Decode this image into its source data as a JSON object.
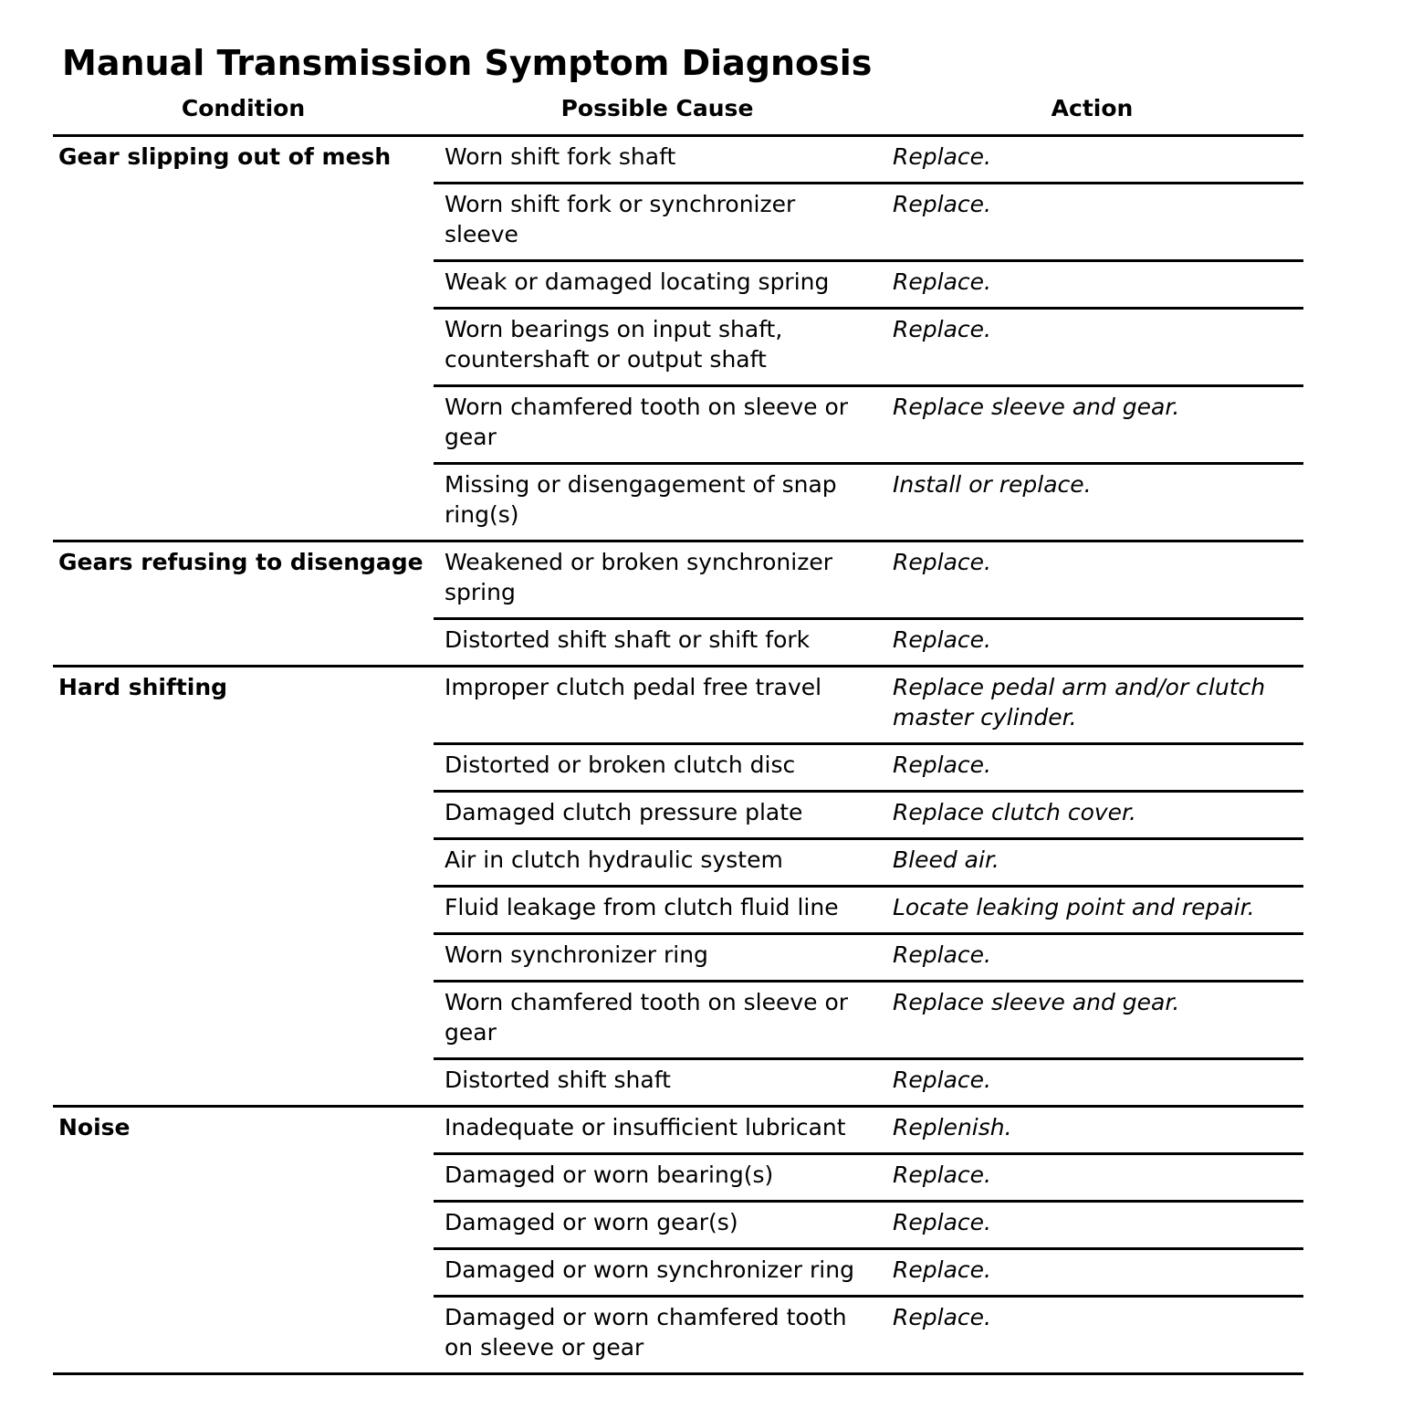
{
  "document": {
    "title": "Manual Transmission Symptom Diagnosis"
  },
  "table": {
    "columns": [
      "Condition",
      "Possible Cause",
      "Action"
    ],
    "groups": [
      {
        "condition": "Gear slipping out of mesh",
        "rows": [
          {
            "cause": "Worn shift fork shaft",
            "action": "Replace."
          },
          {
            "cause": "Worn shift fork or synchronizer sleeve",
            "action": "Replace."
          },
          {
            "cause": "Weak or damaged locating spring",
            "action": "Replace."
          },
          {
            "cause": "Worn bearings on input shaft, countershaft or output shaft",
            "action": "Replace."
          },
          {
            "cause": "Worn chamfered tooth on sleeve or gear",
            "action": "Replace sleeve and gear."
          },
          {
            "cause": "Missing or disengagement of snap ring(s)",
            "action": "Install or replace."
          }
        ]
      },
      {
        "condition": "Gears refusing to disengage",
        "rows": [
          {
            "cause": "Weakened or broken synchronizer spring",
            "action": "Replace."
          },
          {
            "cause": "Distorted shift shaft or shift fork",
            "action": "Replace."
          }
        ]
      },
      {
        "condition": "Hard shifting",
        "rows": [
          {
            "cause": "Improper clutch pedal free travel",
            "action": "Replace pedal arm and/or clutch master cylinder."
          },
          {
            "cause": "Distorted or broken clutch disc",
            "action": "Replace."
          },
          {
            "cause": "Damaged clutch pressure plate",
            "action": "Replace clutch cover."
          },
          {
            "cause": "Air in clutch hydraulic system",
            "action": "Bleed air."
          },
          {
            "cause": "Fluid leakage from clutch fluid line",
            "action": "Locate leaking point and repair."
          },
          {
            "cause": "Worn synchronizer ring",
            "action": "Replace."
          },
          {
            "cause": "Worn chamfered tooth on sleeve or gear",
            "action": "Replace sleeve and gear."
          },
          {
            "cause": "Distorted shift shaft",
            "action": "Replace."
          }
        ]
      },
      {
        "condition": "Noise",
        "rows": [
          {
            "cause": "Inadequate or insufficient lubricant",
            "action": "Replenish."
          },
          {
            "cause": "Damaged or worn bearing(s)",
            "action": "Replace."
          },
          {
            "cause": "Damaged or worn gear(s)",
            "action": "Replace."
          },
          {
            "cause": "Damaged or worn synchronizer ring",
            "action": "Replace."
          },
          {
            "cause": "Damaged or worn chamfered tooth on sleeve or gear",
            "action": "Replace."
          }
        ]
      }
    ]
  },
  "colors": {
    "text": "#000000",
    "background": "#ffffff",
    "rule": "#000000"
  }
}
